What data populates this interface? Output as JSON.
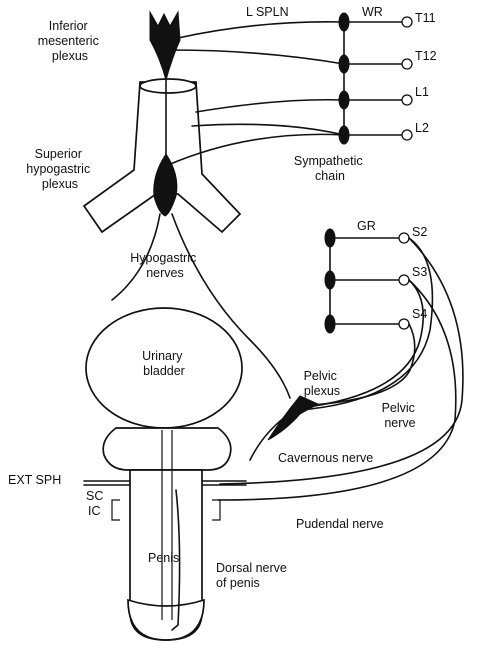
{
  "labels": {
    "inferior_mesenteric_plexus": [
      "Inferior",
      "mesenteric",
      "plexus"
    ],
    "l_spln": "L SPLN",
    "wr": "WR",
    "t11": "T11",
    "t12": "T12",
    "l1": "L1",
    "l2": "L2",
    "sympathetic_chain": [
      "Sympathetic",
      "chain"
    ],
    "superior_hypogastric_plexus": [
      "Superior",
      "hypogastric",
      "plexus"
    ],
    "hypogastric_nerves": [
      "Hypogastric",
      "nerves"
    ],
    "gr": "GR",
    "s2": "S2",
    "s3": "S3",
    "s4": "S4",
    "urinary_bladder": [
      "Urinary",
      "bladder"
    ],
    "pelvic_plexus": [
      "Pelvic",
      "plexus"
    ],
    "pelvic_nerve": [
      "Pelvic",
      "nerve"
    ],
    "cavernous_nerve": "Cavernous nerve",
    "ext_sph": "EXT SPH",
    "sc": "SC",
    "ic": "IC",
    "pudendal_nerve": "Pudendal nerve",
    "penis": "Penis",
    "dorsal_nerve_of_penis": [
      "Dorsal nerve",
      "of penis"
    ]
  }
}
